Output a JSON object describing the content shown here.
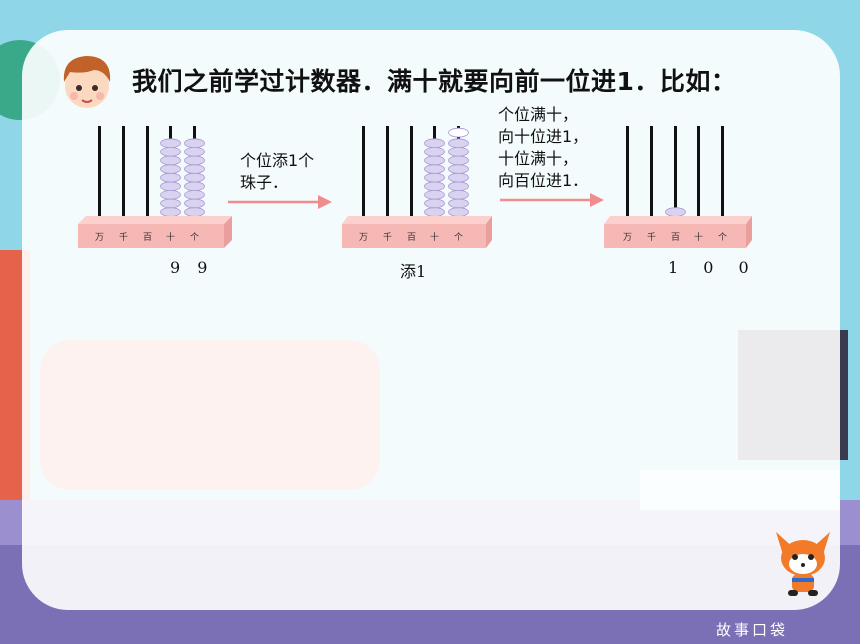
{
  "title": "我们之前学过计数器．满十就要向前一位进1．比如：",
  "step1": {
    "note_line1": "个位添1个",
    "note_line2": "珠子．",
    "number": "9 9"
  },
  "step2": {
    "note_line1": "个位满十，",
    "note_line2": "向十位进1，",
    "note_line3": "十位满十，",
    "note_line4": "向百位进1．",
    "label": "添1"
  },
  "step3": {
    "number": "1 0 0"
  },
  "abacus_place_labels": [
    "万",
    "千",
    "百",
    "十",
    "个"
  ],
  "brand": "故事口袋",
  "colors": {
    "bead": "#d9d3f0",
    "bead_edge": "#a79ad3",
    "base": "#f6b8b4",
    "arrow": "#f08c8c"
  }
}
